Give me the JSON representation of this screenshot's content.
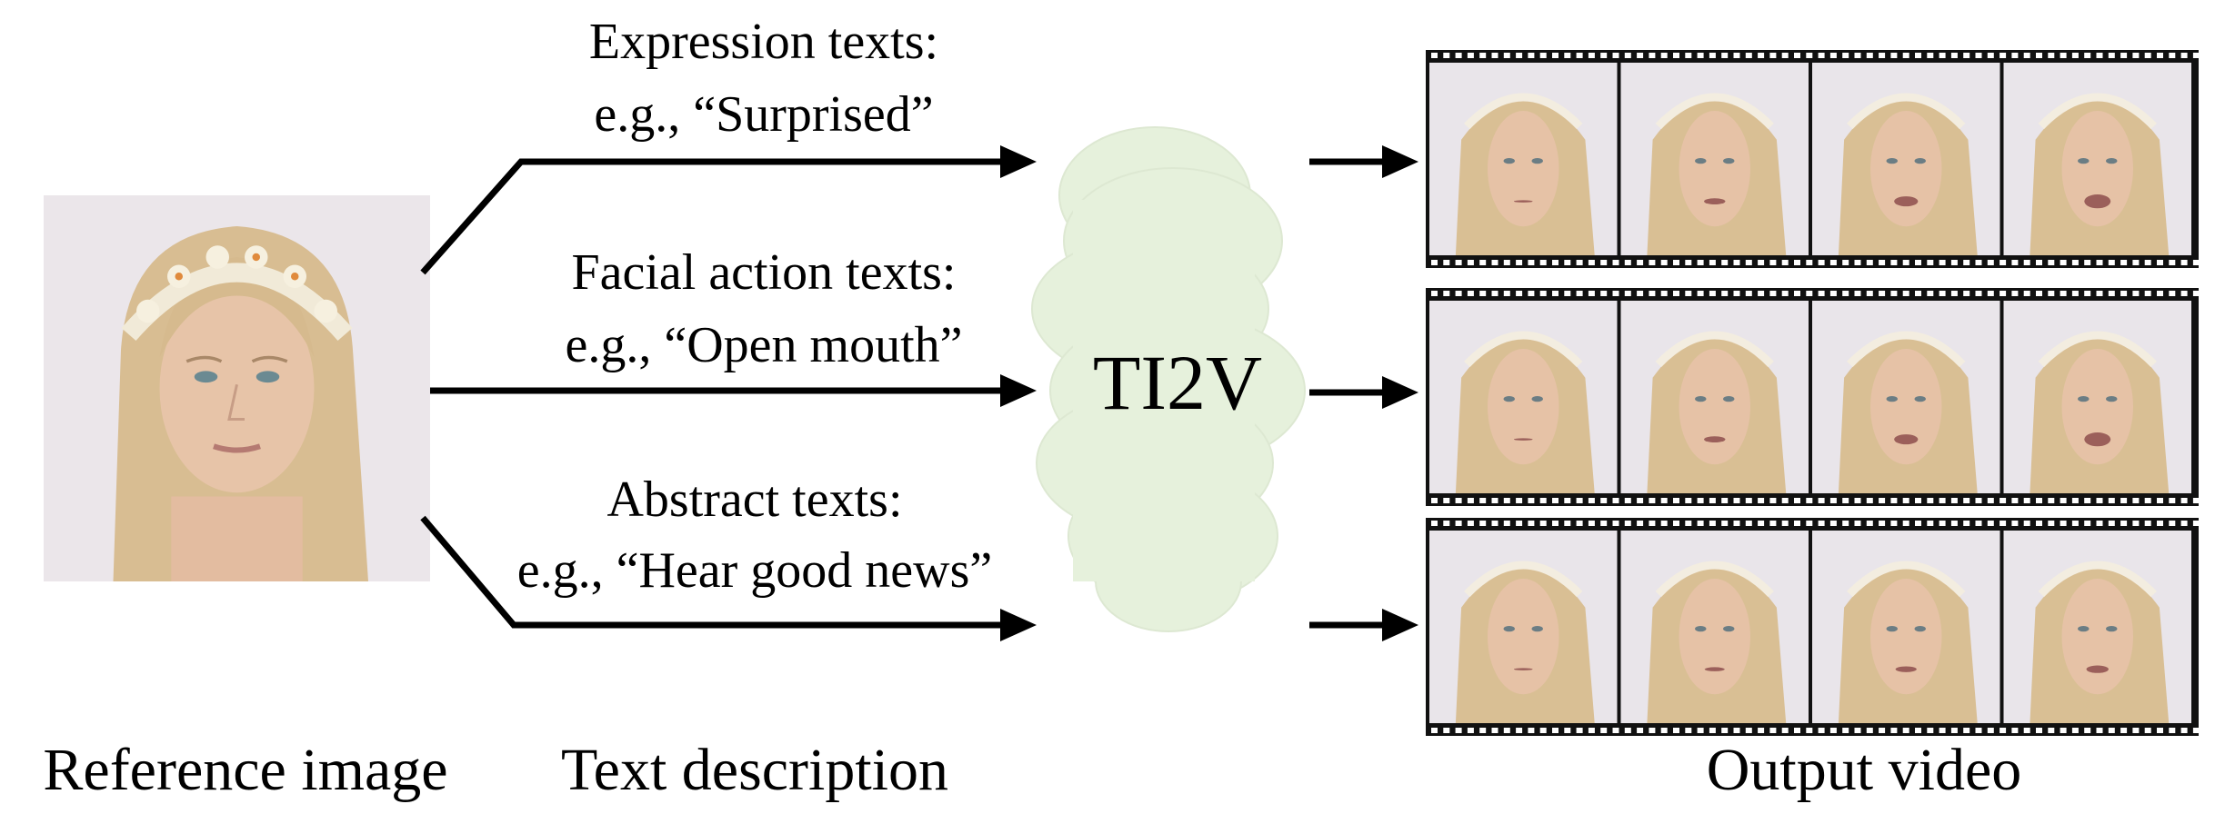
{
  "captions": {
    "reference": "Reference image",
    "text_description": "Text description",
    "output": "Output video"
  },
  "branches": [
    {
      "category": "Expression texts:",
      "example": "e.g., “Surprised”"
    },
    {
      "category": "Facial action texts:",
      "example": "e.g., “Open mouth”"
    },
    {
      "category": "Abstract texts:",
      "example": "e.g., “Hear good news”"
    }
  ],
  "model": {
    "label": "TI2V",
    "color": "#e6f1dc"
  },
  "film": {
    "rows": 3,
    "frames_per_row": 4
  },
  "colors": {
    "skin": "#e6c2a6",
    "hair": "#d9bf94",
    "background": "#e9e5ea",
    "cloud_stroke": "#dfe8d4"
  }
}
